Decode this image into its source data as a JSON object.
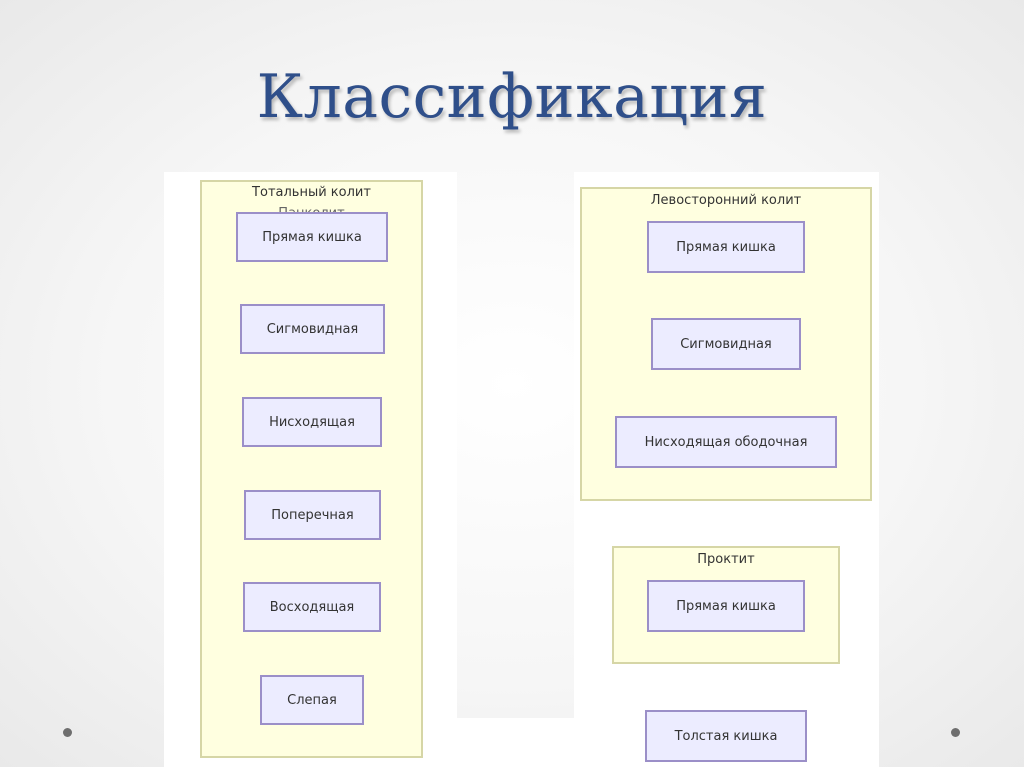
{
  "title": "Классификация",
  "groups": {
    "total": {
      "label": "Тотальный колит",
      "sublabel": "Панколит"
    },
    "left": {
      "label": "Левосторонний колит"
    },
    "proctitis": {
      "label": "Проктит"
    }
  },
  "boxes": {
    "total": [
      "Прямая кишка",
      "Сигмовидная",
      "Нисходящая",
      "Поперечная",
      "Восходящая",
      "Слепая"
    ],
    "left": [
      "Прямая кишка",
      "Сигмовидная",
      "Нисходящая ободочная"
    ],
    "proctitis": [
      "Прямая кишка"
    ],
    "standalone": "Толстая кишка"
  },
  "colors": {
    "title": "#2f4f8a",
    "group_fill": "#ffffe0",
    "group_border": "#d6d6a6",
    "box_fill": "#ececff",
    "box_border": "#9b8fc8"
  }
}
